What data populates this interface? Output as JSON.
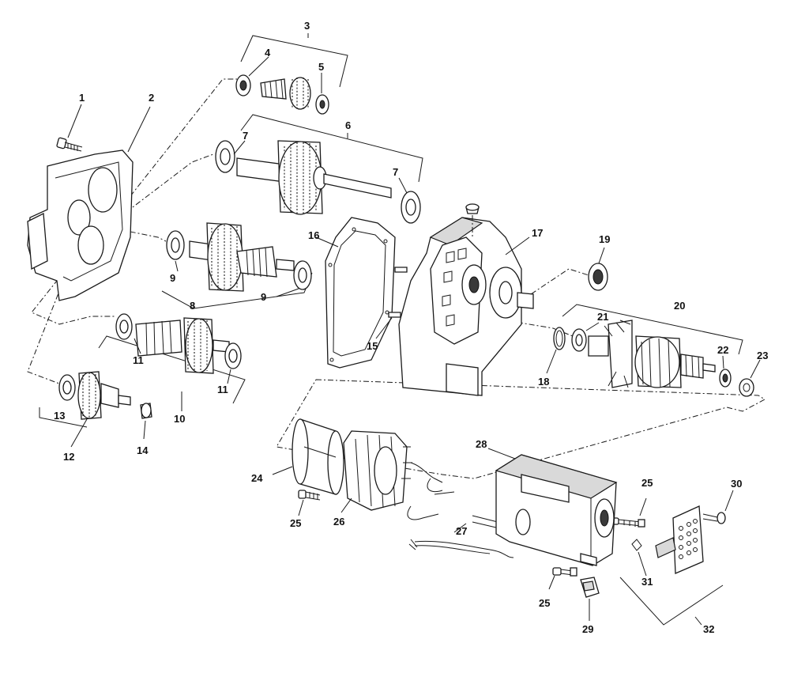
{
  "labels": {
    "p1": "1",
    "p2": "2",
    "p3": "3",
    "p4": "4",
    "p5": "5",
    "p6": "6",
    "p7a": "7",
    "p7b": "7",
    "p8": "8",
    "p9a": "9",
    "p9b": "9",
    "p10": "10",
    "p11a": "11",
    "p11b": "11",
    "p12": "12",
    "p13": "13",
    "p14": "14",
    "p15": "15",
    "p16": "16",
    "p17": "17",
    "p18": "18",
    "p19": "19",
    "p20": "20",
    "p21": "21",
    "p22": "22",
    "p23": "23",
    "p24": "24",
    "p25a": "25",
    "p25b": "25",
    "p25c": "25",
    "p26": "26",
    "p27": "27",
    "p28": "28",
    "p29": "29",
    "p30": "30",
    "p31": "31",
    "p32": "32"
  },
  "colors": {
    "line": "#1a1a1a",
    "fill": "#ffffff",
    "shade": "#d9d9d9"
  }
}
